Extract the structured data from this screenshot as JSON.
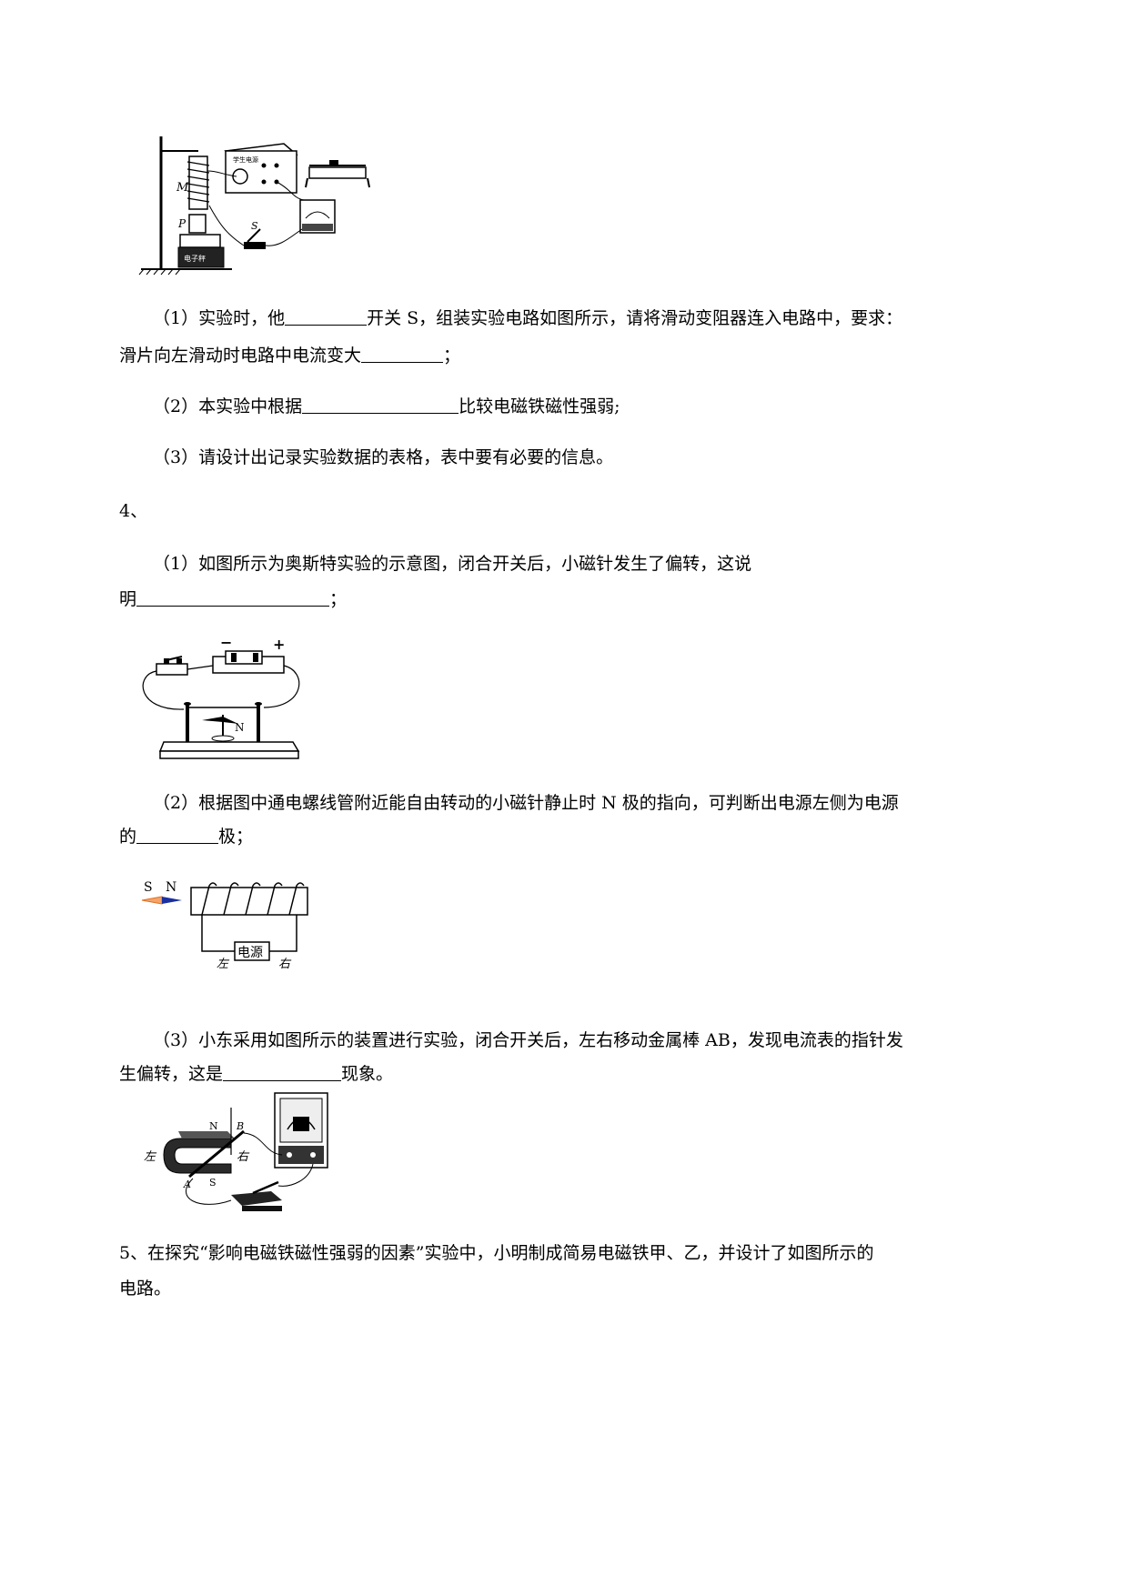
{
  "q3": {
    "figure": {
      "label_M": "M",
      "label_P": "P",
      "label_S": "S",
      "scale_label": "电子秤",
      "power_label": "学生电源"
    },
    "p1_line1_a": "（1）实验时，他",
    "p1_line1_b": "开关 S，组装实验电路如图所示，请将滑动变阻器连入电路中，要求：",
    "p1_line2_a": "滑片向左滑动时电路中电流变大",
    "p1_line2_b": "；",
    "p2_a": "（2）本实验中根据",
    "p2_b": "比较电磁铁磁性强弱;",
    "p3": "（3）请设计出记录实验数据的表格，表中要有必要的信息。"
  },
  "q4": {
    "number": "4、",
    "p1_line1": "（1）如图所示为奥斯特实验的示意图，闭合开关后，小磁针发生了偏转，这说",
    "p1_line2_a": "明",
    "p1_line2_b": "；",
    "fig1": {
      "minus": "−",
      "plus": "+",
      "needle_N": "N"
    },
    "p2_line1": "（2）根据图中通电螺线管附近能自由转动的小磁针静止时 N 极的指向，可判断出电源左侧为电源",
    "p2_line2_a": "的",
    "p2_line2_b": "极；",
    "fig2": {
      "S": "S",
      "N": "N",
      "left": "左",
      "right": "右",
      "source": "电源"
    },
    "p3_line1": "（3）小东采用如图所示的装置进行实验，闭合开关后，左右移动金属棒 AB，发现电流表的指针发",
    "p3_line2_a": "生偏转，这是",
    "p3_line2_b": "现象。",
    "fig3": {
      "left": "左",
      "right": "右",
      "N": "N",
      "S": "S",
      "A": "A",
      "B": "B"
    }
  },
  "q5": {
    "line1": "5、在探究“影响电磁铁磁性强弱的因素”实验中，小明制成简易电磁铁甲、乙，并设计了如图所示的",
    "line2": "电路。"
  }
}
